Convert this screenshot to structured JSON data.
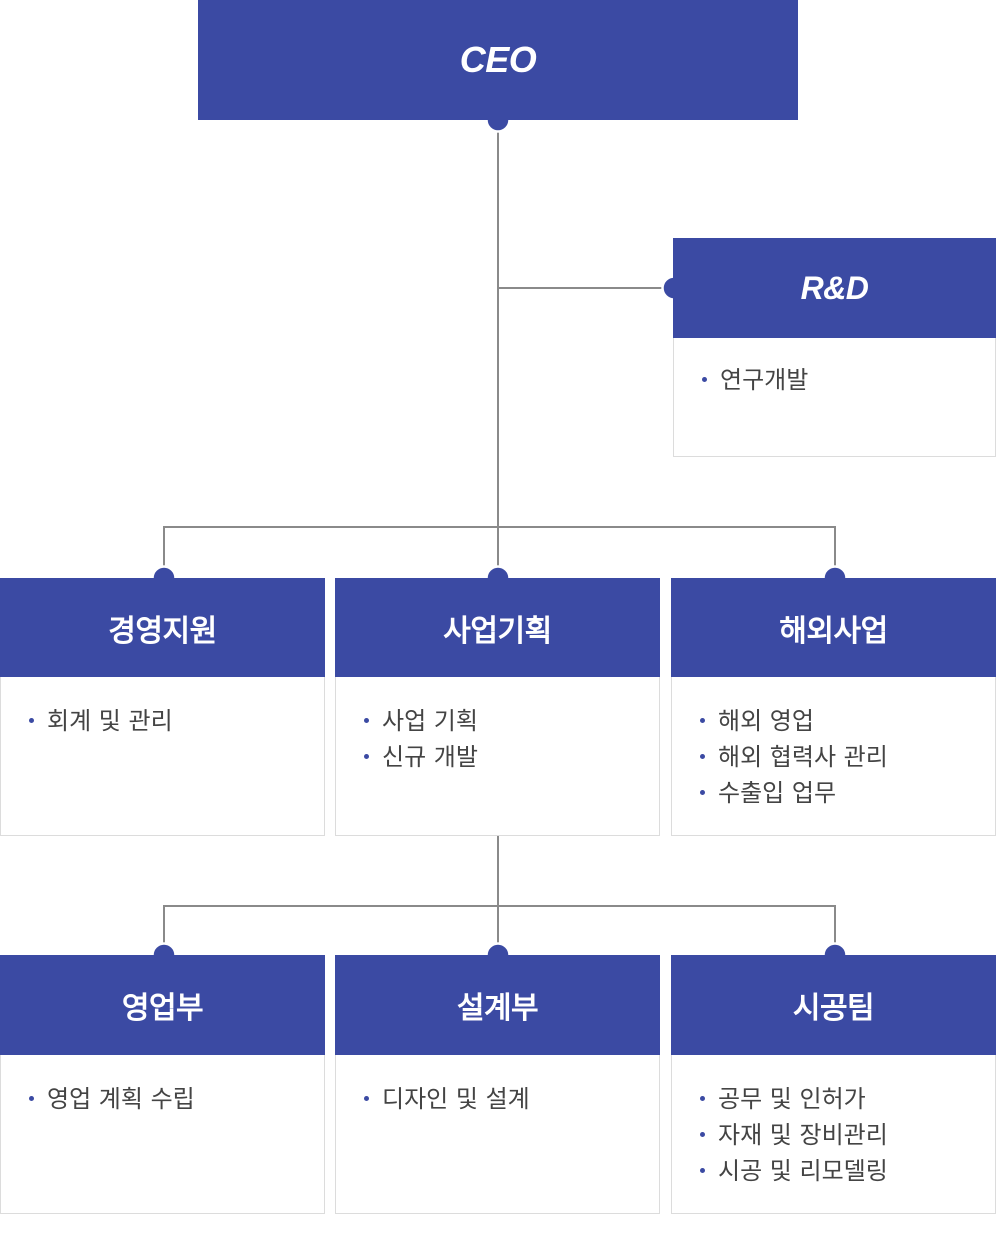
{
  "colors": {
    "primary": "#3b4aa3",
    "line": "#8a8a8a",
    "border": "#dcdcdc",
    "text": "#444444"
  },
  "ceo": {
    "title": "CEO"
  },
  "rnd": {
    "title": "R&D",
    "items": [
      "연구개발"
    ]
  },
  "divisions": [
    {
      "title": "경영지원",
      "items": [
        "회계 및 관리"
      ]
    },
    {
      "title": "사업기획",
      "items": [
        "사업 기획",
        "신규 개발"
      ]
    },
    {
      "title": "해외사업",
      "items": [
        "해외 영업",
        "해외 협력사 관리",
        "수출입 업무"
      ]
    }
  ],
  "departments": [
    {
      "title": "영업부",
      "items": [
        "영업 계획 수립"
      ]
    },
    {
      "title": "설계부",
      "items": [
        "디자인 및 설계"
      ]
    },
    {
      "title": "시공팀",
      "items": [
        "공무 및 인허가",
        "자재 및 장비관리",
        "시공 및 리모델링"
      ]
    }
  ]
}
